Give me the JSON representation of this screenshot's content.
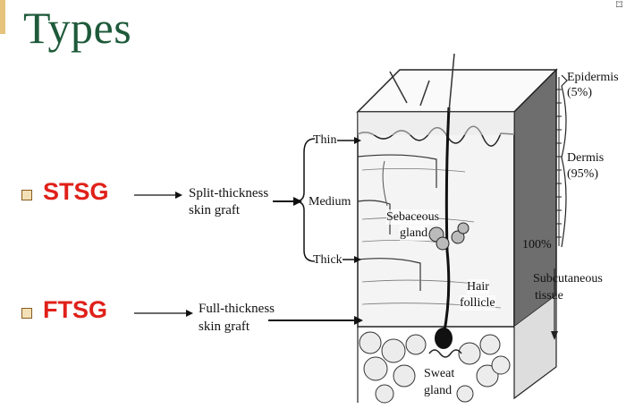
{
  "slide": {
    "title": "Types",
    "items": [
      {
        "label": "STSG",
        "description_line1": "Split-thickness",
        "description_line2": "skin graft"
      },
      {
        "label": "FTSG",
        "description_line1": "Full-thickness",
        "description_line2": "skin graft"
      }
    ]
  },
  "diagram": {
    "depths": {
      "thin": "Thin",
      "medium": "Medium",
      "thick": "Thick"
    },
    "layers": {
      "epidermis": "Epidermis",
      "epidermis_pct": "(5%)",
      "dermis": "Dermis",
      "dermis_pct": "(95%)",
      "total_pct": "100%",
      "subcutaneous_line1": "Subcutaneous",
      "subcutaneous_line2": "tissue"
    },
    "structures": {
      "sebaceous_line1": "Sebaceous",
      "sebaceous_line2": "gland",
      "hair_line1": "Hair",
      "hair_line2": "follicle",
      "sweat_line1": "Sweat",
      "sweat_line2": "gland"
    }
  },
  "icons": {
    "corner": "bookmark-icon"
  }
}
